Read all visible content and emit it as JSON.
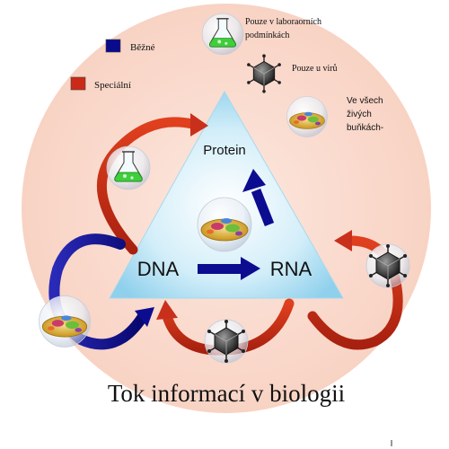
{
  "title": "Tok informací v biologii",
  "nodes": {
    "dna": "DNA",
    "rna": "RNA",
    "protein": "Protein"
  },
  "legend": {
    "normal": {
      "label": "Běžné",
      "color": "#0a0a8c"
    },
    "special": {
      "label": "Speciální",
      "color": "#cc2a18"
    },
    "lab": {
      "label_line1": "Pouze v laboraorních",
      "label_line2": "podmínkách",
      "icon": "flask-icon"
    },
    "virus": {
      "label": "Pouze u virů",
      "icon": "virus-icon"
    },
    "cells": {
      "label_line1": "Ve všech",
      "label_line2": "živých",
      "label_line3": "buňkách-",
      "icon": "cell-icon"
    }
  },
  "colors": {
    "background_disc": "#fadbd0",
    "triangle_light": "#dff3fb",
    "triangle_dark": "#8fd0ec",
    "blue_arrow": "#0c0c90",
    "red_arrow": "#c8301c"
  }
}
